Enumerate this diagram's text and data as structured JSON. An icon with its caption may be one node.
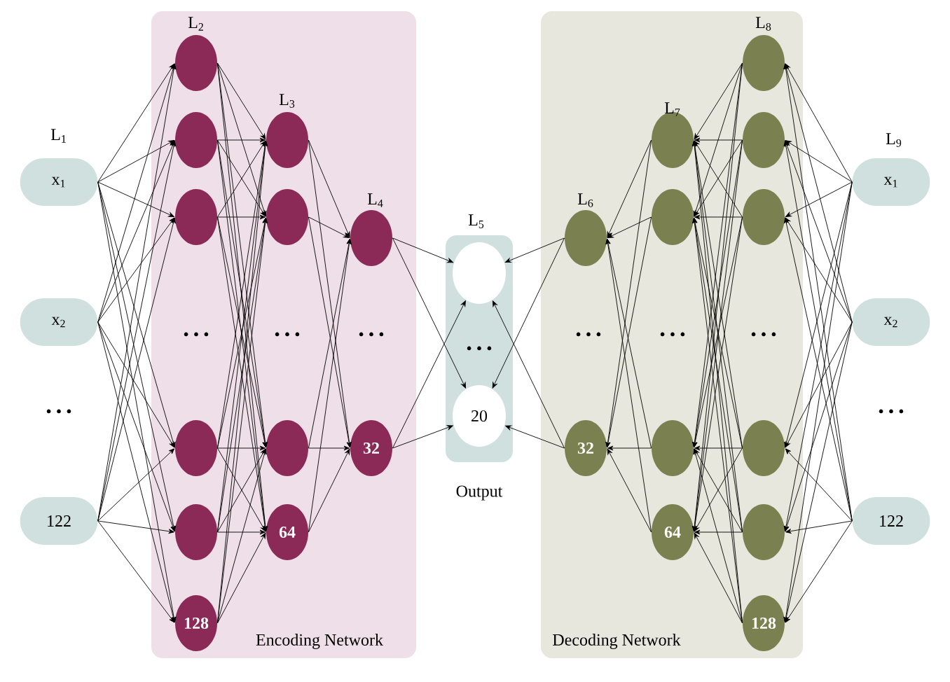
{
  "diagram": {
    "nodes": [
      {
        "text": [
          "x$_{1}$"
        ],
        "beside": [
          "L$_{1}$"
        ]
      },
      {
        "text": [
          "x$_{2}$"
        ]
      },
      {
        "text": [
          "122"
        ]
      },
      {
        "text": [
          "Encoding Network"
        ]
      },
      {
        "text": [],
        "shape": "circle",
        "in": 3,
        "beside": [
          "L$_{2}$"
        ]
      },
      {
        "text": [],
        "shape": "circle",
        "in": 3
      },
      {
        "text": [],
        "shape": "circle",
        "in": 3
      },
      {
        "text": [],
        "shape": "circle",
        "in": 3
      },
      {
        "text": [],
        "shape": "circle",
        "in": 3
      },
      {
        "text": [
          "128"
        ],
        "in": 3
      },
      {
        "text": [],
        "shape": "circle",
        "in": 3,
        "beside": [
          "L$_{3}$"
        ]
      },
      {
        "text": [],
        "shape": "circle",
        "in": 3
      },
      {
        "text": [],
        "shape": "circle",
        "in": 3
      },
      {
        "text": [
          "64"
        ],
        "in": 3
      },
      {
        "text": [],
        "shape": "circle",
        "in": 3,
        "beside": [
          "L$_{4}$"
        ]
      },
      {
        "text": [
          "32"
        ],
        "in": 3
      },
      {
        "text": [
          "L$_{5}$",
          "Output"
        ]
      },
      {
        "text": [],
        "shape": "circle",
        "in": 16
      },
      {
        "text": [
          "20"
        ],
        "in": 16
      },
      {
        "text": [
          "Decoding Network"
        ]
      },
      {
        "text": [],
        "shape": "circle",
        "in": 19,
        "beside": [
          "L$_{6}$"
        ]
      },
      {
        "text": [
          "32"
        ],
        "in": 19
      },
      {
        "text": [],
        "shape": "circle",
        "in": 19,
        "beside": [
          "L$_{7}$"
        ]
      },
      {
        "text": [],
        "shape": "circle",
        "in": 19
      },
      {
        "text": [],
        "shape": "circle",
        "in": 19
      },
      {
        "text": [
          "64"
        ],
        "in": 19
      },
      {
        "text": [],
        "shape": "circle",
        "in": 19,
        "beside": [
          "L$_{8}$"
        ]
      },
      {
        "text": [],
        "shape": "circle",
        "in": 19
      },
      {
        "text": [],
        "shape": "circle",
        "in": 19
      },
      {
        "text": [],
        "shape": "circle",
        "in": 19
      },
      {
        "text": [],
        "shape": "circle",
        "in": 19
      },
      {
        "text": [
          "128"
        ],
        "in": 19
      },
      {
        "text": [
          "x$_{1}$"
        ],
        "beside": [
          "L$_{9}$"
        ]
      },
      {
        "text": [
          "x$_{2}$"
        ]
      },
      {
        "text": [
          "122"
        ]
      }
    ],
    "edges": [
      {
        "from": 0,
        "to": 4,
        "arrow": "to"
      },
      {
        "from": 0,
        "to": 5,
        "arrow": "to"
      },
      {
        "from": 0,
        "to": 6,
        "arrow": "to"
      },
      {
        "from": 0,
        "to": 7,
        "arrow": "to"
      },
      {
        "from": 0,
        "to": 8,
        "arrow": "to"
      },
      {
        "from": 0,
        "to": 9,
        "arrow": "to"
      },
      {
        "from": 1,
        "to": 4,
        "arrow": "to"
      },
      {
        "from": 1,
        "to": 5,
        "arrow": "to"
      },
      {
        "from": 1,
        "to": 6,
        "arrow": "to"
      },
      {
        "from": 1,
        "to": 7,
        "arrow": "to"
      },
      {
        "from": 1,
        "to": 8,
        "arrow": "to"
      },
      {
        "from": 1,
        "to": 9,
        "arrow": "to"
      },
      {
        "from": 2,
        "to": 4,
        "arrow": "to"
      },
      {
        "from": 2,
        "to": 5,
        "arrow": "to"
      },
      {
        "from": 2,
        "to": 6,
        "arrow": "to"
      },
      {
        "from": 2,
        "to": 7,
        "arrow": "to"
      },
      {
        "from": 2,
        "to": 8,
        "arrow": "to"
      },
      {
        "from": 2,
        "to": 9,
        "arrow": "to"
      },
      {
        "from": 4,
        "to": 10,
        "arrow": "to"
      },
      {
        "from": 4,
        "to": 11,
        "arrow": "to"
      },
      {
        "from": 4,
        "to": 12,
        "arrow": "to"
      },
      {
        "from": 4,
        "to": 13,
        "arrow": "to"
      },
      {
        "from": 5,
        "to": 10,
        "arrow": "to"
      },
      {
        "from": 5,
        "to": 11,
        "arrow": "to"
      },
      {
        "from": 5,
        "to": 12,
        "arrow": "to"
      },
      {
        "from": 5,
        "to": 13,
        "arrow": "to"
      },
      {
        "from": 6,
        "to": 10,
        "arrow": "to"
      },
      {
        "from": 6,
        "to": 11,
        "arrow": "to"
      },
      {
        "from": 6,
        "to": 12,
        "arrow": "to"
      },
      {
        "from": 6,
        "to": 13,
        "arrow": "to"
      },
      {
        "from": 7,
        "to": 10,
        "arrow": "to"
      },
      {
        "from": 7,
        "to": 11,
        "arrow": "to"
      },
      {
        "from": 7,
        "to": 12,
        "arrow": "to"
      },
      {
        "from": 7,
        "to": 13,
        "arrow": "to"
      },
      {
        "from": 8,
        "to": 10,
        "arrow": "to"
      },
      {
        "from": 8,
        "to": 11,
        "arrow": "to"
      },
      {
        "from": 8,
        "to": 12,
        "arrow": "to"
      },
      {
        "from": 8,
        "to": 13,
        "arrow": "to"
      },
      {
        "from": 9,
        "to": 10,
        "arrow": "to"
      },
      {
        "from": 9,
        "to": 11,
        "arrow": "to"
      },
      {
        "from": 9,
        "to": 12,
        "arrow": "to"
      },
      {
        "from": 9,
        "to": 13,
        "arrow": "to"
      },
      {
        "from": 10,
        "to": 14,
        "arrow": "to"
      },
      {
        "from": 10,
        "to": 15,
        "arrow": "to"
      },
      {
        "from": 11,
        "to": 14,
        "arrow": "to"
      },
      {
        "from": 11,
        "to": 15,
        "arrow": "to"
      },
      {
        "from": 12,
        "to": 14,
        "arrow": "to"
      },
      {
        "from": 12,
        "to": 15,
        "arrow": "to"
      },
      {
        "from": 13,
        "to": 14,
        "arrow": "to"
      },
      {
        "from": 13,
        "to": 15,
        "arrow": "to"
      },
      {
        "from": 14,
        "to": 17,
        "arrow": "to"
      },
      {
        "from": 14,
        "to": 18,
        "arrow": "to"
      },
      {
        "from": 15,
        "to": 17,
        "arrow": "to"
      },
      {
        "from": 15,
        "to": 18,
        "arrow": "to"
      },
      {
        "from": 20,
        "to": 17,
        "arrow": "to"
      },
      {
        "from": 20,
        "to": 18,
        "arrow": "to"
      },
      {
        "from": 21,
        "to": 17,
        "arrow": "to"
      },
      {
        "from": 21,
        "to": 18,
        "arrow": "to"
      },
      {
        "from": 22,
        "to": 20,
        "arrow": "to"
      },
      {
        "from": 22,
        "to": 21,
        "arrow": "to"
      },
      {
        "from": 23,
        "to": 20,
        "arrow": "to"
      },
      {
        "from": 23,
        "to": 21,
        "arrow": "to"
      },
      {
        "from": 24,
        "to": 20,
        "arrow": "to"
      },
      {
        "from": 24,
        "to": 21,
        "arrow": "to"
      },
      {
        "from": 25,
        "to": 20,
        "arrow": "to"
      },
      {
        "from": 25,
        "to": 21,
        "arrow": "to"
      },
      {
        "from": 26,
        "to": 22,
        "arrow": "to"
      },
      {
        "from": 26,
        "to": 23,
        "arrow": "to"
      },
      {
        "from": 26,
        "to": 24,
        "arrow": "to"
      },
      {
        "from": 26,
        "to": 25,
        "arrow": "to"
      },
      {
        "from": 27,
        "to": 22,
        "arrow": "to"
      },
      {
        "from": 27,
        "to": 23,
        "arrow": "to"
      },
      {
        "from": 27,
        "to": 24,
        "arrow": "to"
      },
      {
        "from": 27,
        "to": 25,
        "arrow": "to"
      },
      {
        "from": 28,
        "to": 22,
        "arrow": "to"
      },
      {
        "from": 28,
        "to": 23,
        "arrow": "to"
      },
      {
        "from": 28,
        "to": 24,
        "arrow": "to"
      },
      {
        "from": 28,
        "to": 25,
        "arrow": "to"
      },
      {
        "from": 29,
        "to": 22,
        "arrow": "to"
      },
      {
        "from": 29,
        "to": 23,
        "arrow": "to"
      },
      {
        "from": 29,
        "to": 24,
        "arrow": "to"
      },
      {
        "from": 29,
        "to": 25,
        "arrow": "to"
      },
      {
        "from": 30,
        "to": 22,
        "arrow": "to"
      },
      {
        "from": 30,
        "to": 23,
        "arrow": "to"
      },
      {
        "from": 30,
        "to": 24,
        "arrow": "to"
      },
      {
        "from": 30,
        "to": 25,
        "arrow": "to"
      },
      {
        "from": 31,
        "to": 22,
        "arrow": "to"
      },
      {
        "from": 31,
        "to": 23,
        "arrow": "to"
      },
      {
        "from": 31,
        "to": 24,
        "arrow": "to"
      },
      {
        "from": 31,
        "to": 25,
        "arrow": "to"
      },
      {
        "from": 32,
        "to": 26,
        "arrow": "to"
      },
      {
        "from": 32,
        "to": 27,
        "arrow": "to"
      },
      {
        "from": 32,
        "to": 28,
        "arrow": "to"
      },
      {
        "from": 32,
        "to": 29,
        "arrow": "to"
      },
      {
        "from": 32,
        "to": 30,
        "arrow": "to"
      },
      {
        "from": 32,
        "to": 31,
        "arrow": "to"
      },
      {
        "from": 33,
        "to": 26,
        "arrow": "to"
      },
      {
        "from": 33,
        "to": 27,
        "arrow": "to"
      },
      {
        "from": 33,
        "to": 28,
        "arrow": "to"
      },
      {
        "from": 33,
        "to": 29,
        "arrow": "to"
      },
      {
        "from": 33,
        "to": 30,
        "arrow": "to"
      },
      {
        "from": 33,
        "to": 31,
        "arrow": "to"
      },
      {
        "from": 34,
        "to": 26,
        "arrow": "to"
      },
      {
        "from": 34,
        "to": 27,
        "arrow": "to"
      },
      {
        "from": 34,
        "to": 28,
        "arrow": "to"
      },
      {
        "from": 34,
        "to": 29,
        "arrow": "to"
      },
      {
        "from": 34,
        "to": 30,
        "arrow": "to"
      },
      {
        "from": 34,
        "to": 31,
        "arrow": "to"
      }
    ],
    "labels": [
      "• • •",
      "• • •",
      "• • •",
      "• • •",
      "• • •",
      "• • •",
      "• • •",
      "• • •",
      "• • •"
    ]
  }
}
